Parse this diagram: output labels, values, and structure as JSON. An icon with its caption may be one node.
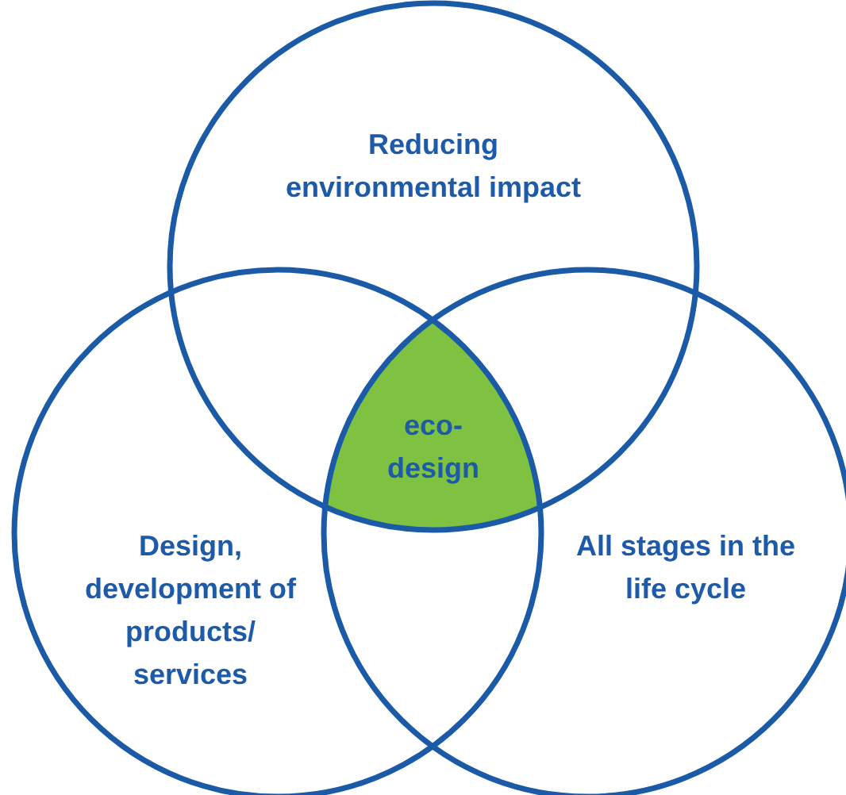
{
  "diagram": {
    "nodes": [
      {
        "text": [
          "Reducing environmental impact"
        ]
      },
      {
        "text": [
          "eco-design"
        ]
      },
      {
        "text": [
          "Design, development of products/ services"
        ]
      },
      {
        "text": [
          "All stages in the life cycle"
        ]
      }
    ]
  }
}
